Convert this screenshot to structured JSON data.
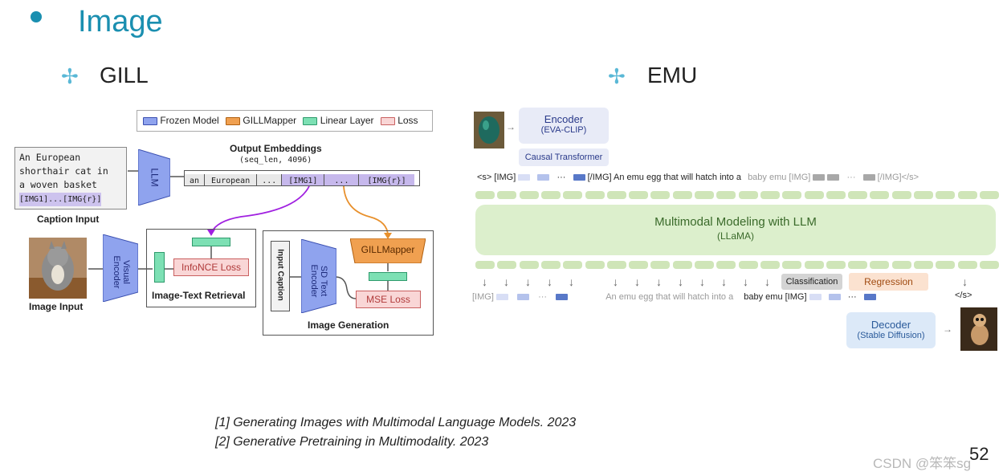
{
  "slide": {
    "title": "Image",
    "left_heading": "GILL",
    "right_heading": "EMU",
    "cross_glyph": "-¦-",
    "page_number": "52",
    "watermark": "CSDN @笨笨sg"
  },
  "gill": {
    "legend": {
      "frozen": "Frozen Model",
      "mapper": "GILLMapper",
      "linear": "Linear Layer",
      "loss": "Loss"
    },
    "caption_text": {
      "line1": "An European",
      "line2": "shorthair cat in",
      "line3": "a woven basket",
      "line4": "[IMG1]...[IMG{r}]"
    },
    "caption_label": "Caption Input",
    "image_label": "Image Input",
    "llm": "LLM",
    "output_title": "Output Embeddings",
    "output_sub": "(seq_len, 4096)",
    "tokens": [
      "an",
      "European",
      "...",
      "[IMG1]",
      "...",
      "[IMG{r}]"
    ],
    "visual_encoder": "Visual Encoder",
    "infonce": "InfoNCE Loss",
    "retrieval_label": "Image-Text Retrieval",
    "input_caption": "Input Caption",
    "sd_encoder": "SD Text Encoder",
    "gillmapper": "GILLMapper",
    "mse": "MSE Loss",
    "generation_label": "Image Generation"
  },
  "emu": {
    "encoder": "Encoder",
    "encoder_sub": "(EVA-CLIP)",
    "causal": "Causal Transformer",
    "seq": {
      "s": "<s> [IMG]",
      "dots1": "···",
      "close": "[/IMG] An  emu  egg   that   will  hatch  into  a",
      "grey": "baby emu [IMG]",
      "dots2": "···",
      "end": "[/IMG]</s>"
    },
    "llm_title": "Multimodal Modeling with LLM",
    "llm_sub": "(LLaMA)",
    "classification": "Classification",
    "regression": "Regression",
    "out": {
      "img": "[IMG]",
      "dots1": "···",
      "words": "An   emu  egg  that  will  hatch  into   a",
      "baby": "baby emu [IMG]",
      "dots2": "···",
      "end": "</s>"
    },
    "decoder": "Decoder",
    "decoder_sub": "(Stable Diffusion)"
  },
  "footnotes": [
    "[1] Generating Images with Multimodal Language Models. 2023",
    "[2] Generative Pretraining in Multimodality. 2023"
  ],
  "colors": {
    "accent": "#1a8fb0",
    "frozen": "#8fa3ee",
    "mapper": "#f0a050",
    "linear": "#7de0b4",
    "loss": "#f9d6d6",
    "emu_green": "#dcefcc",
    "emu_blue": "#e8ebf7"
  }
}
